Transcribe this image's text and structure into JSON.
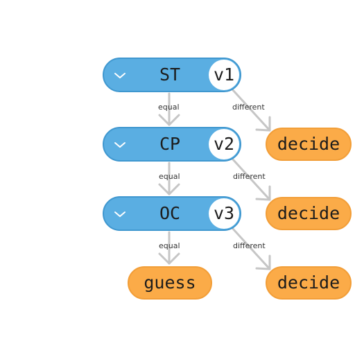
{
  "colors": {
    "compare_fill": "#5aaee2",
    "compare_stroke": "#3f97cf",
    "outcome_fill": "#fbab48",
    "outcome_stroke": "#f29e38",
    "edge": "#c6c6c6",
    "text": "#1c1c1c"
  },
  "icons": {
    "expand": "chevron-down-icon"
  },
  "nodes": {
    "compare": [
      {
        "key": "ST",
        "var": "v1"
      },
      {
        "key": "CP",
        "var": "v2"
      },
      {
        "key": "OC",
        "var": "v3"
      }
    ],
    "outcomes": {
      "decide_1": "decide",
      "decide_2": "decide",
      "decide_3": "decide",
      "guess": "guess"
    }
  },
  "edges": {
    "equal_label": "equal",
    "different_label": "different"
  }
}
